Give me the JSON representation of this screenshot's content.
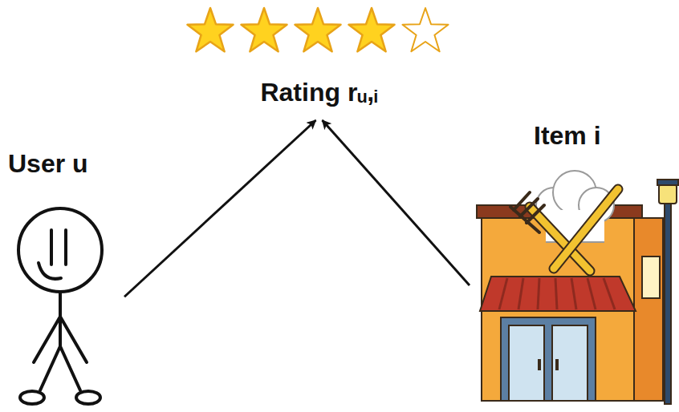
{
  "diagram": {
    "nodes": [
      {
        "text": [
          "User u"
        ]
      },
      {
        "text": [
          "Rating rᵤ,ᵢ"
        ]
      },
      {
        "text": [
          "Item i"
        ]
      }
    ],
    "edges": [
      {
        "from": 0,
        "to": 1,
        "arrow": "to"
      },
      {
        "from": 2,
        "to": 1,
        "arrow": "to"
      }
    ]
  }
}
